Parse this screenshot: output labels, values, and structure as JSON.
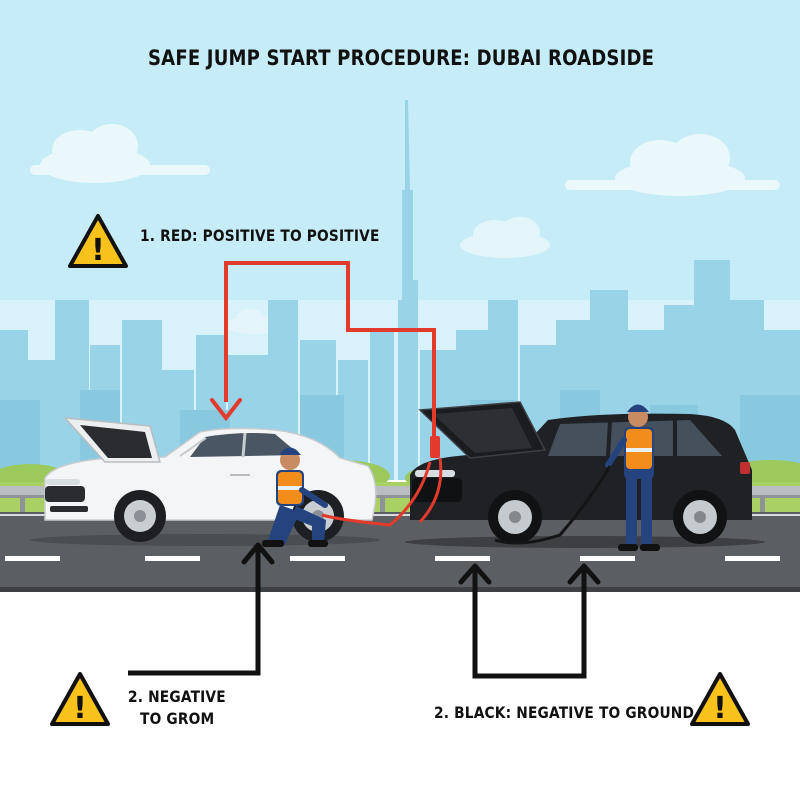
{
  "title": "SAFE JUMP START PROCEDURE: DUBAI ROADSIDE",
  "steps": {
    "red": "1. RED: POSITIVE TO POSITIVE",
    "negative_left_line1": "2. NEGATIVE",
    "negative_left_line2": "TO GROM",
    "black": "2. BLACK: NEGATIVE TO GROUND"
  },
  "icons": {
    "warning": "warning-triangle-icon",
    "exclamation": "!"
  },
  "colors": {
    "sky": "#bfe9f7",
    "skyline": "#8fd0e6",
    "grass": "#9bc95a",
    "road": "#5a5d61",
    "lane_marking": "#ffffff",
    "warning_fill": "#f7c31a",
    "red_cable": "#e23b2e",
    "black_cable": "#151515",
    "white_car": "#f4f5f6",
    "black_car": "#1f2124",
    "vest": "#f28c1b",
    "uniform": "#24437f"
  }
}
